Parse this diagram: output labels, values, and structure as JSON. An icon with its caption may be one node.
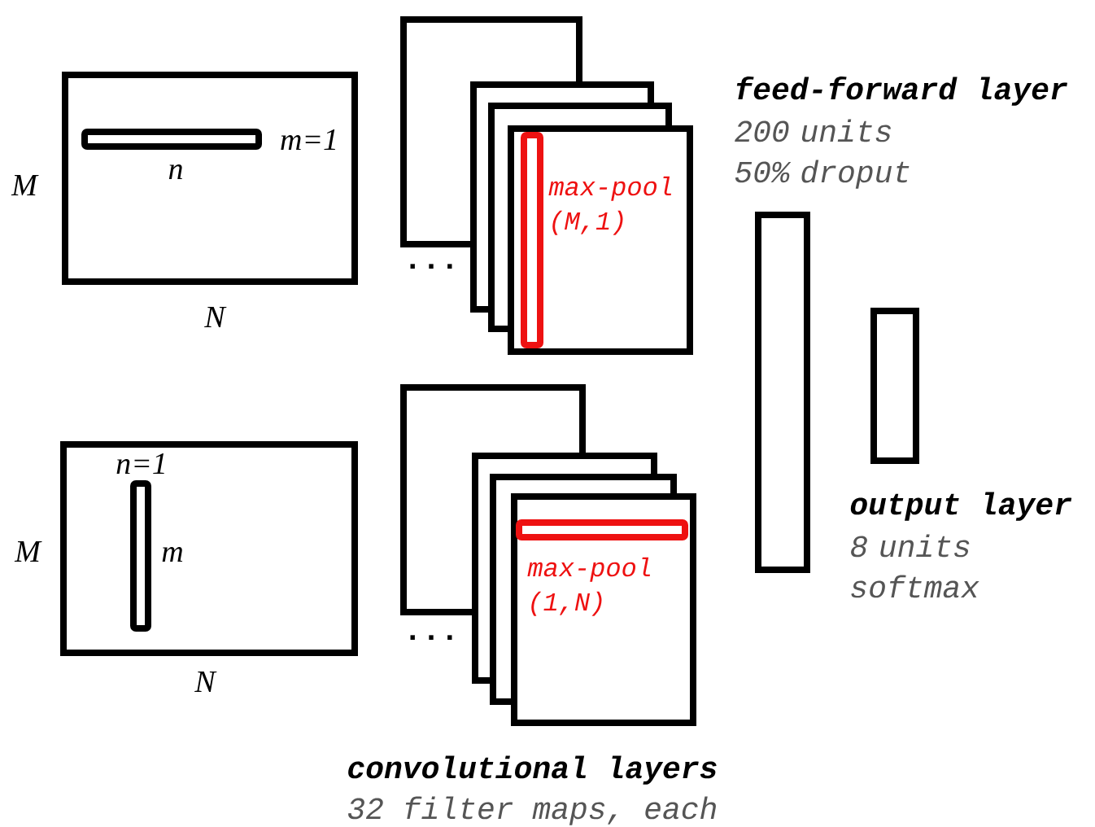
{
  "diagram": {
    "nodes": [
      {
        "text": [],
        "shape": "box"
      },
      {
        "text": [],
        "shape": "bar",
        "in": 0,
        "beside": [
          "m=1",
          "n"
        ]
      },
      {
        "text": [],
        "shape": "box"
      },
      {
        "text": [],
        "shape": "box"
      },
      {
        "text": [],
        "shape": "box"
      },
      {
        "text": [],
        "shape": "box"
      },
      {
        "text": [],
        "shape": "bar",
        "in": 5,
        "beside": [
          "max-pool (M,1)"
        ]
      },
      {
        "text": [],
        "shape": "box"
      },
      {
        "text": [],
        "shape": "bar",
        "in": 7,
        "beside": [
          "n=1",
          "m"
        ]
      },
      {
        "text": [],
        "shape": "box"
      },
      {
        "text": [],
        "shape": "box"
      },
      {
        "text": [],
        "shape": "box"
      },
      {
        "text": [],
        "shape": "box"
      },
      {
        "text": [],
        "shape": "bar",
        "in": 12
      },
      {
        "text": [
          "feed-forward layer",
          "200 units 50% droput"
        ]
      },
      {
        "text": [
          "output layer",
          "8 units softmax"
        ]
      }
    ],
    "edges": [],
    "labels": [
      "M",
      "N",
      "...",
      "M",
      "N",
      "...",
      "max-pool (1,N)",
      "convolutional layers",
      "32 filter maps, each"
    ]
  }
}
